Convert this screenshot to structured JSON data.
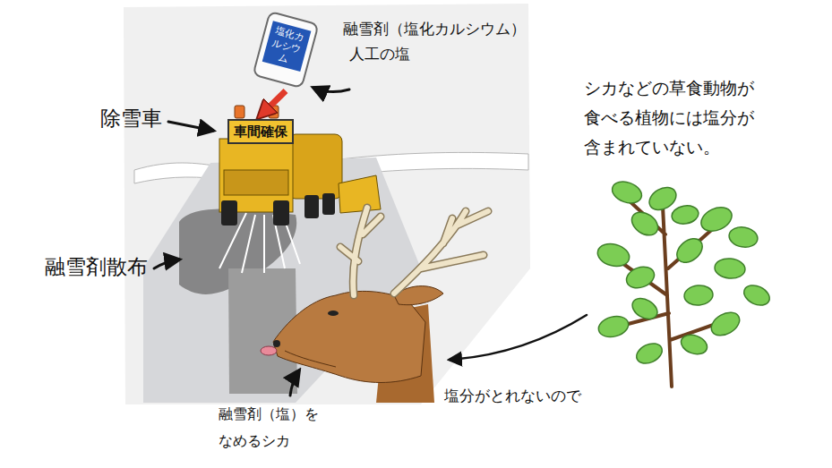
{
  "diagram": {
    "nodes": [
      {
        "text": [
          "塩化カルシウム"
        ]
      },
      {
        "text": [
          "車間確保"
        ]
      }
    ],
    "edges": [
      {
        "from": 0,
        "to": 1,
        "arrow": "to"
      }
    ],
    "labels": [
      "融雪剤（塩化カルシウム）",
      "人工の塩",
      "除雪車",
      "融雪剤散布",
      "融雪剤（塩）を なめるシカ",
      "シカなどの草食動物が 食べる植物には塩分が 含まれていない。",
      "塩分がとれないので"
    ]
  }
}
